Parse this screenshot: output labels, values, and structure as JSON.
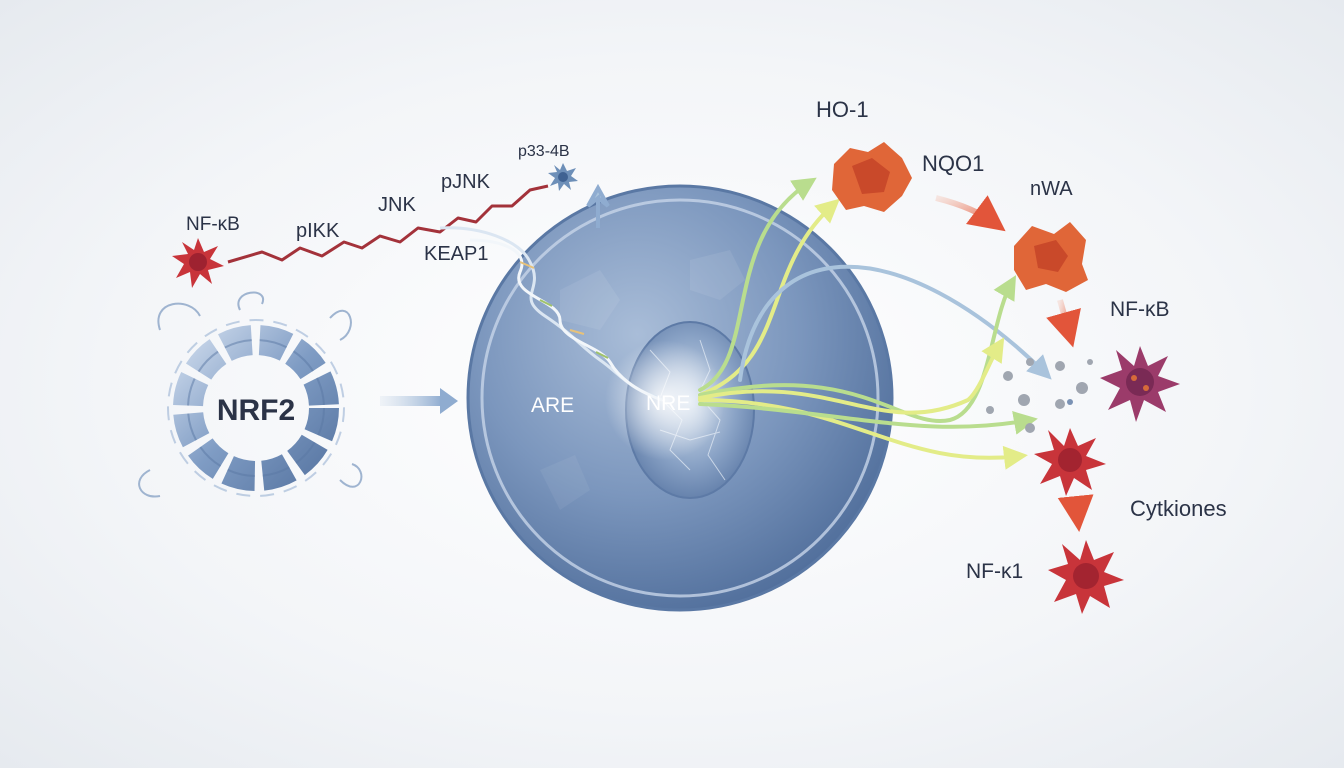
{
  "labels": {
    "nfkb_left": "NF-κB",
    "pikk": "pIKK",
    "jnk": "JNK",
    "pjnk": "pJNK",
    "p38": "p33-4B",
    "keap1": "KEAP1",
    "nrf2": "NRF2",
    "are": "ARE",
    "nre": "NRE",
    "ho1": "HO-1",
    "nqo1": "NQO1",
    "nwa": "nWA",
    "nfkb_right": "NF-κB",
    "cytokines": "Cytkiones",
    "nfk1": "NF-κ1"
  },
  "colors": {
    "signal_line": "#a3323a",
    "cell_fill": "#7390b8",
    "nrf2_ribbon": "#8aa5c8",
    "arrow_green": "#b9dd8e",
    "arrow_yellow": "#e3ec88",
    "arrow_blue": "#a9c3dc",
    "protein_orange": "#e06638",
    "cell_red": "#c8343a",
    "cell_purple": "#9b3b6a"
  }
}
